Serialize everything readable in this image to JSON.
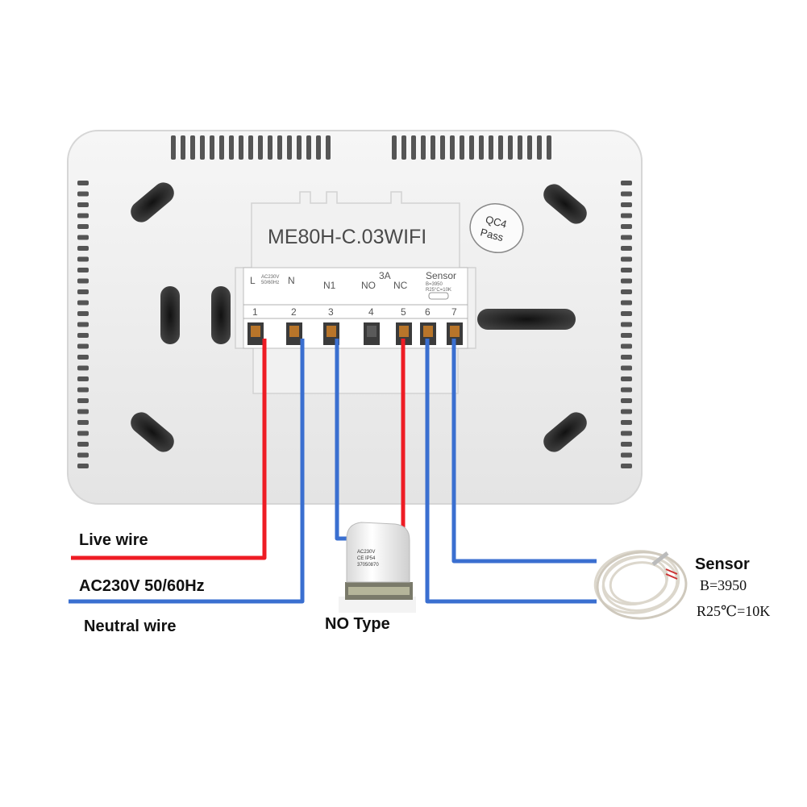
{
  "device": {
    "model": "ME80H-C.03WIFI",
    "stamp_line1": "QC4",
    "stamp_line2": "Pass"
  },
  "terminal_block": {
    "headers": {
      "l": "L",
      "n": "N",
      "ac_rating_line1": "AC230V",
      "ac_rating_line2": "50/60Hz",
      "n1": "N1",
      "no": "NO",
      "current": "3A",
      "nc": "NC",
      "sensor": "Sensor",
      "sensor_b": "B=3950",
      "sensor_r": "R25°C=10K"
    },
    "terminals": [
      "1",
      "2",
      "3",
      "4",
      "5",
      "6",
      "7"
    ]
  },
  "labels": {
    "live_wire": "Live wire",
    "supply": "AC230V 50/60Hz",
    "neutral_wire": "Neutral wire",
    "actuator": "NO Type",
    "sensor_title": "Sensor",
    "sensor_b": "B=3950",
    "sensor_r": "R25℃=10K"
  },
  "actuator_print": {
    "line1": "AC230V",
    "line2": "CE IP54",
    "line3": "37050870"
  },
  "colors": {
    "live": "#ee1c24",
    "neutral": "#3a6fd0",
    "body": "#eeeeee",
    "vents": "#555555"
  }
}
